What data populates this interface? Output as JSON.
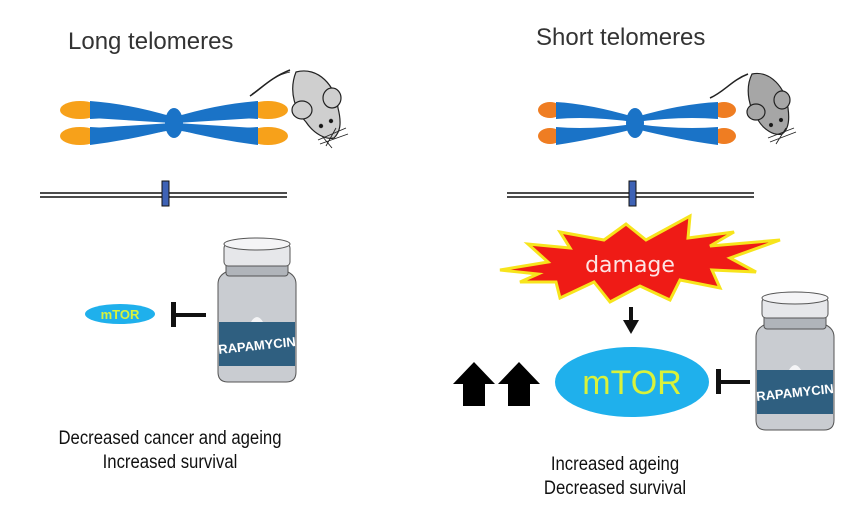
{
  "left_panel": {
    "title": "Long telomeres",
    "mtor_label": "mTOR",
    "drug_label": "RAPAMYCIN",
    "outcome_line1": "Decreased cancer and ageing",
    "outcome_line2": "Increased survival",
    "telomere_color": "#f7a11a"
  },
  "right_panel": {
    "title": "Short telomeres",
    "damage_label": "damage",
    "mtor_label": "mTOR",
    "drug_label": "RAPAMYCIN",
    "outcome_line1": "Increased ageing",
    "outcome_line2": "Decreased survival",
    "telomere_color": "#ef7d22"
  },
  "colors": {
    "chromosome": "#1a73c7",
    "mtor_fill": "#1fb0ec",
    "mtor_text": "#d9f23a",
    "damage_fill": "#ef1b16",
    "damage_glow": "#f7e41c",
    "label_band": "#2f5f80",
    "centromere_marker": "#3e62b5",
    "mouse_light": "#cfcfcf",
    "mouse_dark": "#a6a6a6"
  },
  "icons": {
    "inhibition": "inhibit-bar-arrow",
    "activation": "down-arrow",
    "increase": "thick-up-arrow"
  }
}
